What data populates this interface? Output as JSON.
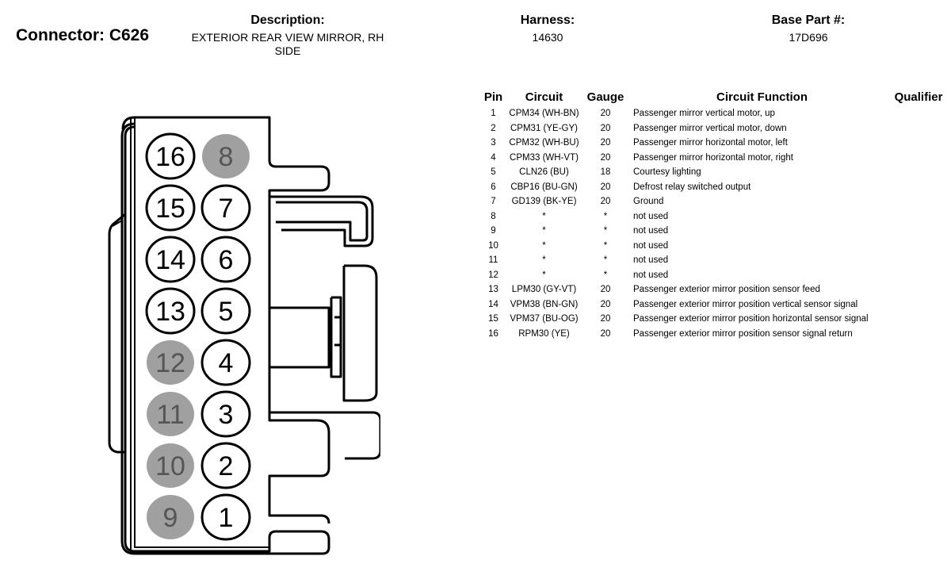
{
  "connector": {
    "label": "Connector: C626"
  },
  "description": {
    "label": "Description:",
    "value_line1": "EXTERIOR REAR VIEW MIRROR, RH",
    "value_line2": "SIDE"
  },
  "harness": {
    "label": "Harness:",
    "value": "14630"
  },
  "base_part": {
    "label": "Base Part #:",
    "value": "17D696"
  },
  "colors": {
    "pin_used_fill": "#ffffff",
    "pin_unused_fill": "#a0a0a0",
    "pin_unused_text": "#555555",
    "outline": "#000000"
  },
  "diagram": {
    "pins_left": [
      {
        "pin": "16",
        "used": true
      },
      {
        "pin": "15",
        "used": true
      },
      {
        "pin": "14",
        "used": true
      },
      {
        "pin": "13",
        "used": true
      },
      {
        "pin": "12",
        "used": false
      },
      {
        "pin": "11",
        "used": false
      },
      {
        "pin": "10",
        "used": false
      },
      {
        "pin": "9",
        "used": false
      }
    ],
    "pins_right": [
      {
        "pin": "8",
        "used": false
      },
      {
        "pin": "7",
        "used": true
      },
      {
        "pin": "6",
        "used": true
      },
      {
        "pin": "5",
        "used": true
      },
      {
        "pin": "4",
        "used": true
      },
      {
        "pin": "3",
        "used": true
      },
      {
        "pin": "2",
        "used": true
      },
      {
        "pin": "1",
        "used": true
      }
    ]
  },
  "table": {
    "headers": {
      "pin": "Pin",
      "circuit": "Circuit",
      "gauge": "Gauge",
      "function": "Circuit Function",
      "qualifier": "Qualifier"
    },
    "rows": [
      {
        "pin": "1",
        "circuit": "CPM34 (WH-BN)",
        "gauge": "20",
        "function": "Passenger mirror vertical motor, up",
        "qualifier": ""
      },
      {
        "pin": "2",
        "circuit": "CPM31 (YE-GY)",
        "gauge": "20",
        "function": "Passenger mirror vertical motor, down",
        "qualifier": ""
      },
      {
        "pin": "3",
        "circuit": "CPM32 (WH-BU)",
        "gauge": "20",
        "function": "Passenger mirror horizontal motor, left",
        "qualifier": ""
      },
      {
        "pin": "4",
        "circuit": "CPM33 (WH-VT)",
        "gauge": "20",
        "function": "Passenger mirror horizontal motor, right",
        "qualifier": ""
      },
      {
        "pin": "5",
        "circuit": "CLN26 (BU)",
        "gauge": "18",
        "function": "Courtesy lighting",
        "qualifier": ""
      },
      {
        "pin": "6",
        "circuit": "CBP16 (BU-GN)",
        "gauge": "20",
        "function": "Defrost relay switched output",
        "qualifier": ""
      },
      {
        "pin": "7",
        "circuit": "GD139 (BK-YE)",
        "gauge": "20",
        "function": "Ground",
        "qualifier": ""
      },
      {
        "pin": "8",
        "circuit": "*",
        "gauge": "*",
        "function": "not used",
        "qualifier": ""
      },
      {
        "pin": "9",
        "circuit": "*",
        "gauge": "*",
        "function": "not used",
        "qualifier": ""
      },
      {
        "pin": "10",
        "circuit": "*",
        "gauge": "*",
        "function": "not used",
        "qualifier": ""
      },
      {
        "pin": "11",
        "circuit": "*",
        "gauge": "*",
        "function": "not used",
        "qualifier": ""
      },
      {
        "pin": "12",
        "circuit": "*",
        "gauge": "*",
        "function": "not used",
        "qualifier": ""
      },
      {
        "pin": "13",
        "circuit": "LPM30 (GY-VT)",
        "gauge": "20",
        "function": "Passenger exterior mirror position sensor feed",
        "qualifier": ""
      },
      {
        "pin": "14",
        "circuit": "VPM38 (BN-GN)",
        "gauge": "20",
        "function": "Passenger exterior mirror position vertical sensor signal",
        "qualifier": ""
      },
      {
        "pin": "15",
        "circuit": "VPM37 (BU-OG)",
        "gauge": "20",
        "function": "Passenger exterior mirror position horizontal sensor signal",
        "qualifier": ""
      },
      {
        "pin": "16",
        "circuit": "RPM30 (YE)",
        "gauge": "20",
        "function": "Passenger exterior mirror position sensor signal return",
        "qualifier": ""
      }
    ]
  }
}
